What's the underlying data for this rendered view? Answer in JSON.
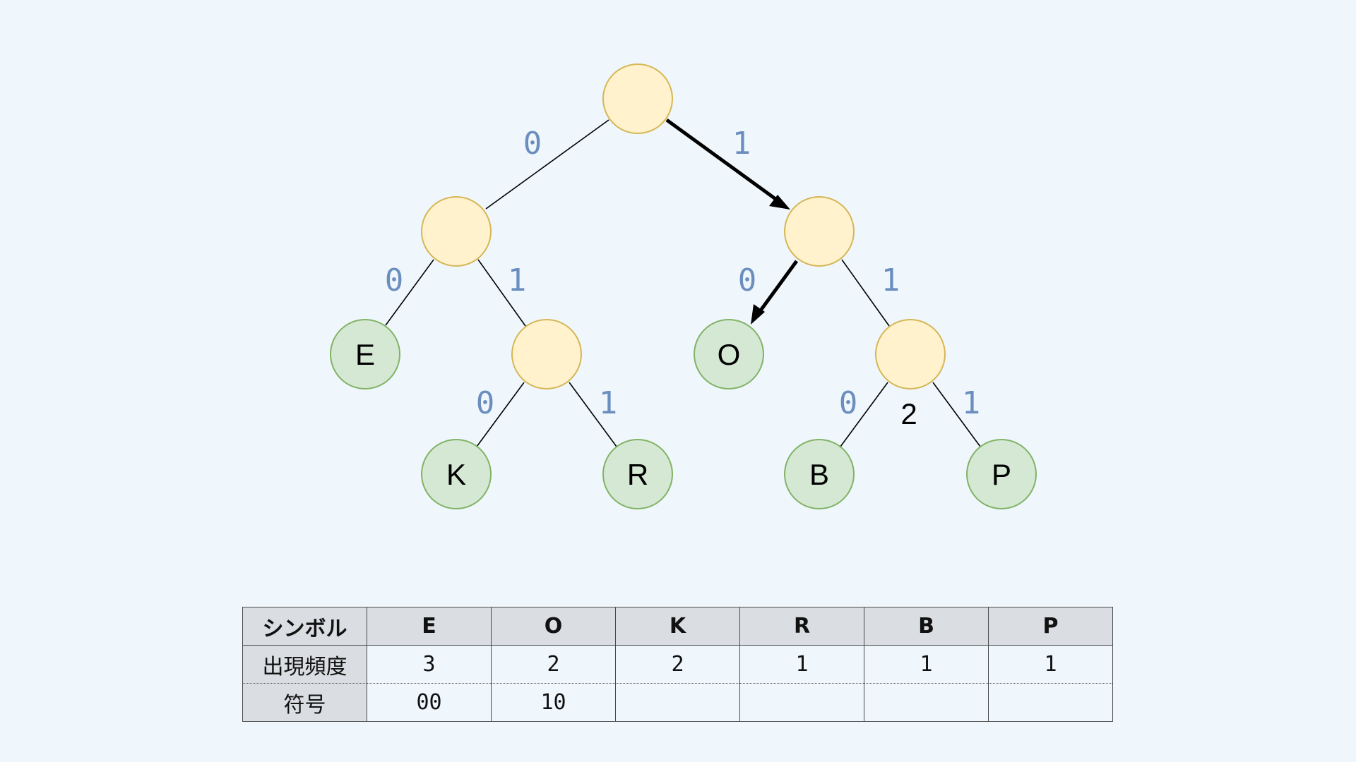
{
  "tree": {
    "leaves": {
      "E": "E",
      "O": "O",
      "K": "K",
      "R": "R",
      "B": "B",
      "P": "P"
    },
    "bits": {
      "root_left": "0",
      "root_right": "1",
      "l_left": "0",
      "l_right": "1",
      "r_left": "0",
      "r_right": "1",
      "lr_left": "0",
      "lr_right": "1",
      "rr_left": "0",
      "rr_right": "1"
    },
    "weight_label": "2",
    "highlighted_path": [
      "root",
      "right-node",
      "leaf-O"
    ]
  },
  "table": {
    "header": [
      "シンボル",
      "E",
      "O",
      "K",
      "R",
      "B",
      "P"
    ],
    "frequency": [
      "出現頻度",
      "3",
      "2",
      "2",
      "1",
      "1",
      "1"
    ],
    "code": [
      "符号",
      "00",
      "10",
      "",
      "",
      "",
      ""
    ]
  },
  "colors": {
    "background": "#eff7fd",
    "internal_fill": "#fff2cc",
    "internal_stroke": "#d6b656",
    "leaf_fill": "#d5e8d4",
    "leaf_stroke": "#82b366",
    "bit_label": "#6c8ebf",
    "table_header": "#dadde1"
  }
}
